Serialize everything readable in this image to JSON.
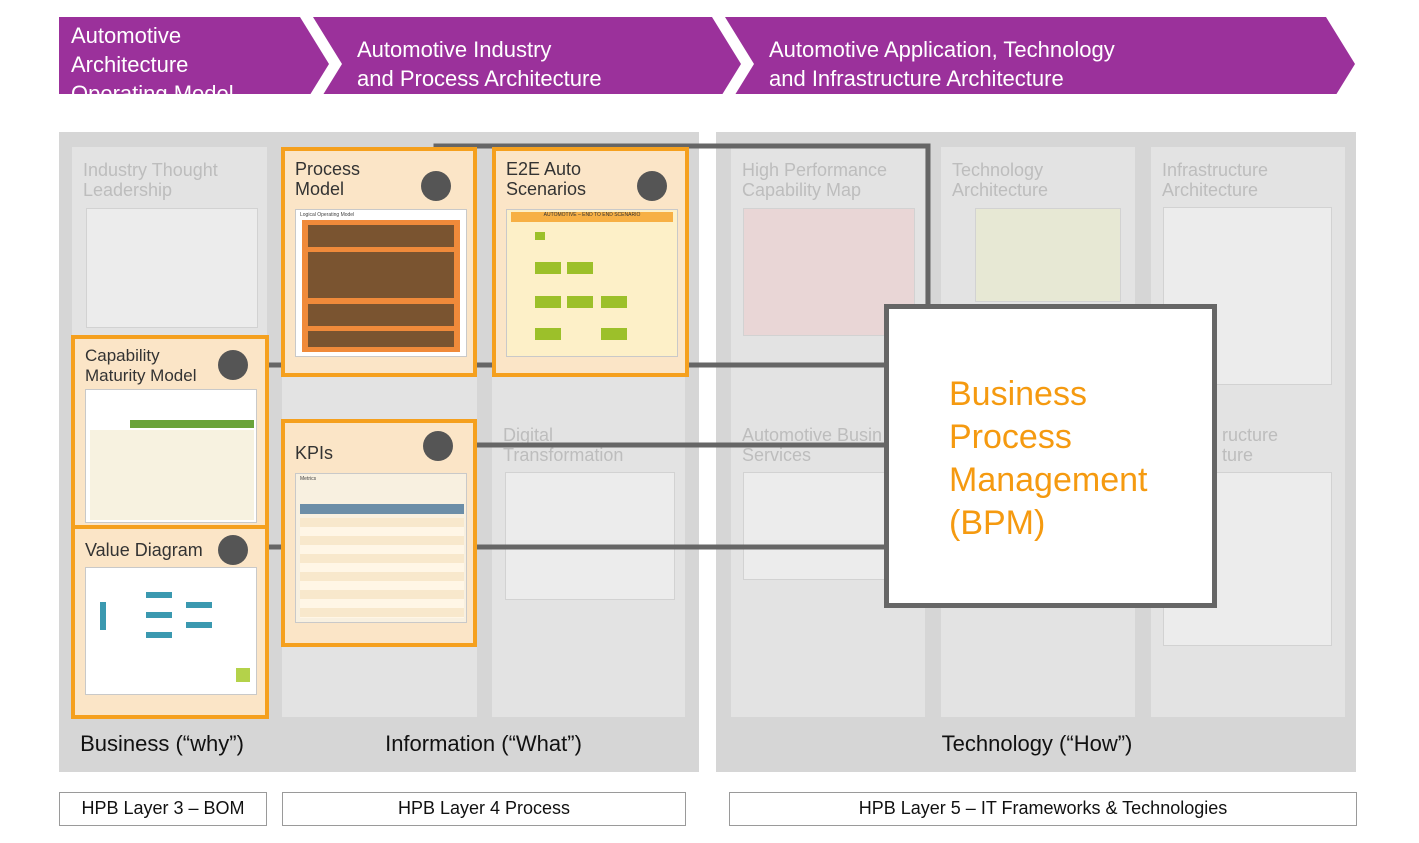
{
  "header": {
    "chevron_1": "Automotive\nArchitecture\nOperating Model",
    "chevron_2": "Automotive Industry\nand Process Architecture",
    "chevron_3": "Automotive Application, Technology\nand Infrastructure Architecture"
  },
  "ghost_tiles": {
    "industry_thought_leadership": "Industry Thought\nLeadership",
    "digital_transformation": "Digital\nTransformation",
    "high_performance_capability_map": "High Performance\nCapability Map",
    "technology_architecture": "Technology\nArchitecture",
    "infrastructure_architecture": "Infrastructure\nArchitecture",
    "automotive_business_services": "Automotive Busin\nServices",
    "infrastructure_lower": "ructure\nture"
  },
  "highlighted": {
    "process_model": "Process\nModel",
    "e2e_auto_scenarios": "E2E Auto\nScenarios",
    "capability_maturity_model": "Capability\nMaturity Model",
    "kpis": "KPIs",
    "value_diagram": "Value Diagram"
  },
  "thumbnails": {
    "process_model_header": "Logical Operating Model",
    "e2e_header": "AUTOMOTIVE – END TO END SCENARIO",
    "kpis_header": "Metrics"
  },
  "bpm": {
    "text": "Business\nProcess\nManagement\n(BPM)"
  },
  "columns": {
    "business": "Business (“why”)",
    "information": "Information (“What”)",
    "technology": "Technology (“How”)"
  },
  "layers": {
    "layer3": "HPB Layer 3 – BOM",
    "layer4": "HPB Layer 4 Process",
    "layer5": "HPB Layer 5 – IT Frameworks & Technologies"
  },
  "colors": {
    "chevron": "#9b319b",
    "highlight_border": "#f5a01e",
    "highlight_fill": "#fbe5c7",
    "bpm_text": "#f59a10",
    "connector": "#555555"
  }
}
